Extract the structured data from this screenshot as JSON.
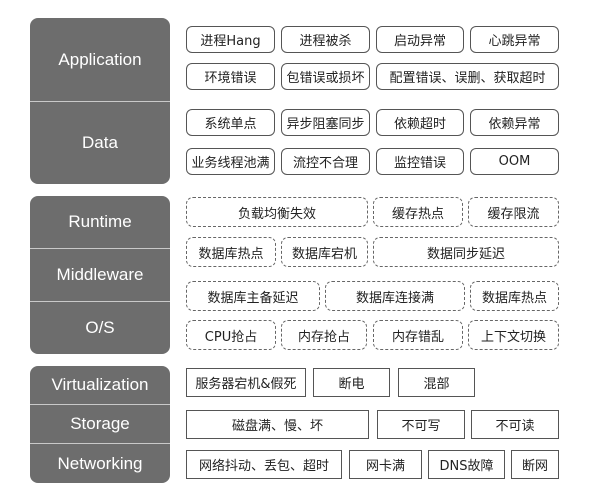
{
  "layers": {
    "application": "Application",
    "data": "Data",
    "runtime": "Runtime",
    "middleware": "Middleware",
    "os": "O/S",
    "virtualization": "Virtualization",
    "storage": "Storage",
    "networking": "Networking"
  },
  "app_data_faults": {
    "r1": [
      "进程Hang",
      "进程被杀",
      "启动异常",
      "心跳异常"
    ],
    "r2": [
      "环境错误",
      "包错误或损坏",
      "配置错误、误删、获取超时"
    ],
    "r3": [
      "系统单点",
      "异步阻塞同步",
      "依赖超时",
      "依赖异常"
    ],
    "r4": [
      "业务线程池满",
      "流控不合理",
      "监控错误",
      "OOM"
    ]
  },
  "platform_faults": {
    "r1": [
      "负载均衡失效",
      "缓存热点",
      "缓存限流"
    ],
    "r2": [
      "数据库热点",
      "数据库宕机",
      "数据同步延迟"
    ],
    "r3": [
      "数据库主备延迟",
      "数据库连接满",
      "数据库热点"
    ],
    "r4": [
      "CPU抢占",
      "内存抢占",
      "内存错乱",
      "上下文切换"
    ]
  },
  "infra_faults": {
    "r1": [
      "服务器宕机&假死",
      "断电",
      "混部"
    ],
    "r2": [
      "磁盘满、慢、坏",
      "不可写",
      "不可读"
    ],
    "r3": [
      "网络抖动、丢包、超时",
      "网卡满",
      "DNS故障",
      "断网"
    ]
  }
}
